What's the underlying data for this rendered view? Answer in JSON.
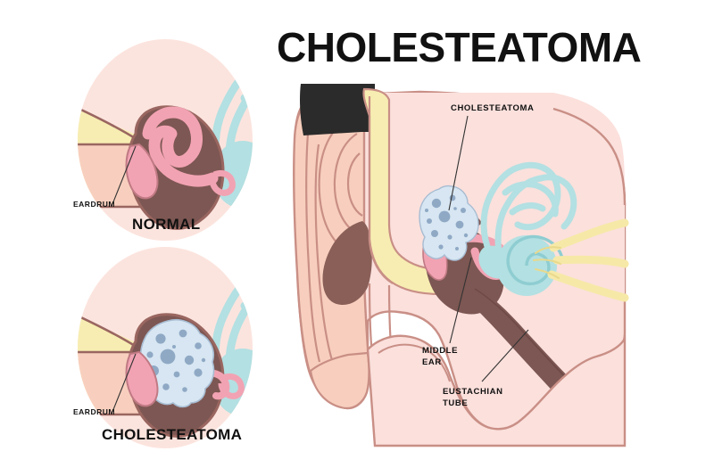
{
  "title": "CHOLESTEATOMA",
  "panels": {
    "normal": {
      "caption": "NORMAL",
      "eardrum_label": "EARDRUM"
    },
    "diseased": {
      "caption": "CHOLESTEATOMA",
      "eardrum_label": "EARDRUM"
    }
  },
  "main_diagram": {
    "labels": {
      "cholesteatoma": "CHOLESTEATOMA",
      "middle_ear_line1": "MIDDLE",
      "middle_ear_line2": "EAR",
      "eustachian_line1": "EUSTACHIAN",
      "eustachian_line2": "TUBE"
    }
  },
  "colors": {
    "background": "#ffffff",
    "text": "#111111",
    "skin": "#f8cfbe",
    "skin_light": "#fbe2da",
    "circle_bg": "#fce4de",
    "pink_pale": "#fbe0dc",
    "ossicle_pink": "#f2a3b3",
    "cavity_brown": "#7d5753",
    "cavity_brown_dark": "#6e4a46",
    "outline_brown": "#9a6660",
    "ear_canal_yellow": "#f7edb2",
    "cochlea_blue": "#b3e0e2",
    "cochlea_blue_dark": "#8ecdd1",
    "mass_fill": "#d7e6f2",
    "mass_dot": "#8fa9c5",
    "hair_black": "#2b2b2b",
    "nerve_yellow": "#f6e9a8",
    "leader_line": "#333333"
  }
}
